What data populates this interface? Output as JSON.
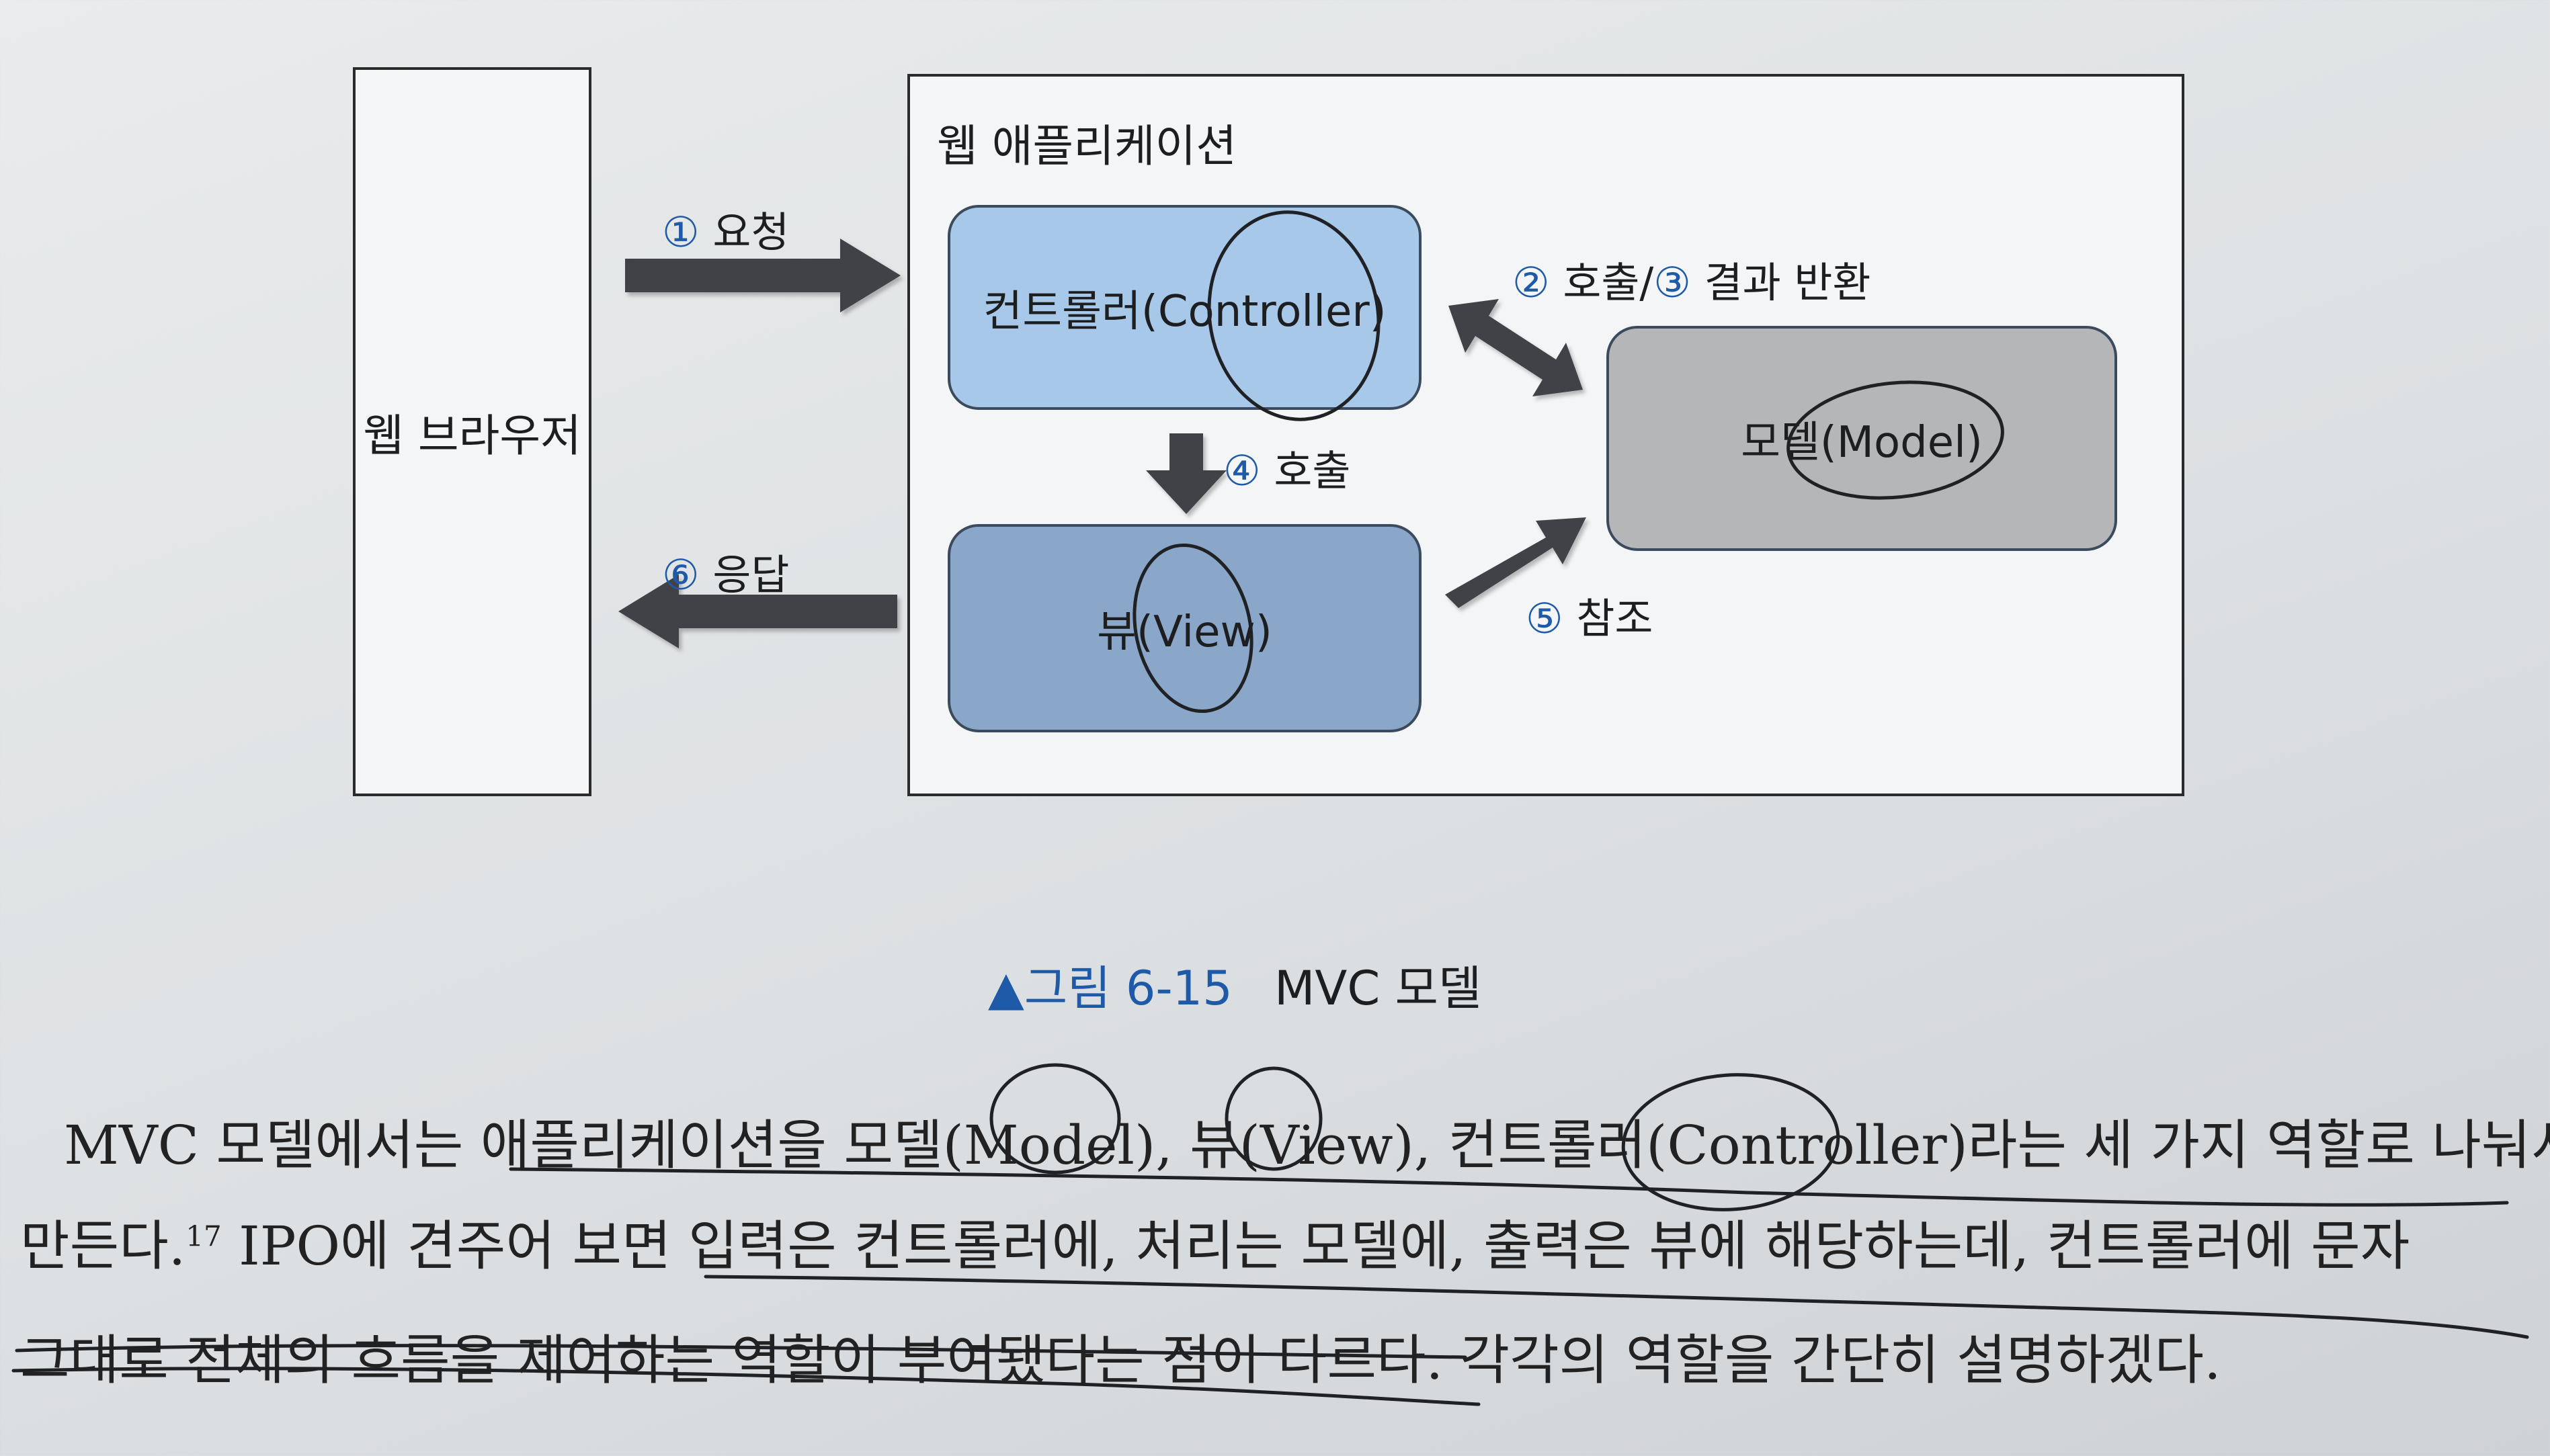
{
  "diagram": {
    "browser_label": "웹 브라우저",
    "webapp_label": "웹 애플리케이션",
    "controller_label": "컨트롤러(Controller)",
    "model_label": "모델(Model)",
    "view_label": "뷰(View)",
    "edges": [
      {
        "num": "①",
        "text": "요청"
      },
      {
        "num": "②",
        "text": "호출/",
        "num2": "③",
        "text2": "결과 반환"
      },
      {
        "num": "④",
        "text": "호출"
      },
      {
        "num": "⑤",
        "text": "참조"
      },
      {
        "num": "⑥",
        "text": "응답"
      }
    ],
    "colors": {
      "controller": "#a8c8ea",
      "view": "#8aa6c8",
      "model": "#b5b6b8",
      "accent": "#1e5aa8"
    }
  },
  "caption": {
    "prefix": "▲그림 6-15",
    "title": "MVC 모델"
  },
  "body": {
    "line1": "MVC 모델에서는 애플리케이션을 모델(Model), 뷰(View), 컨트롤러(Controller)라는 세 가지 역할로 나눠서",
    "line2_a": "만든다.",
    "footnote": "17",
    "line2_b": " IPO에 견주어 보면 입력은 컨트롤러에, 처리는 모델에, 출력은 뷰에 해당하는데, 컨트롤러에 문자",
    "line3": "그대로 전체의 흐름을 제어하는 역할이 부여됐다는 점이 다르다. 각각의 역할을 간단히 설명하겠다."
  }
}
